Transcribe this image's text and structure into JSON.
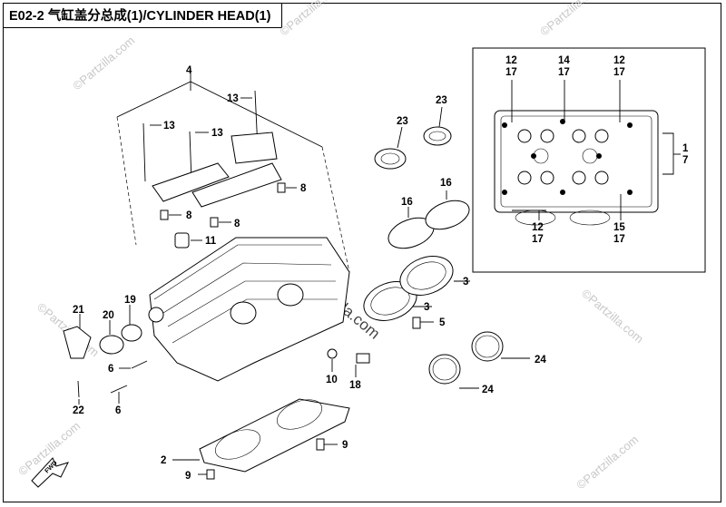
{
  "title": "E02-2 气缸盖分总成(1)/CYLINDER HEAD(1)",
  "watermark": "©Partzilla.com",
  "watermark_center": "Partzilla.com",
  "fwd_label": "FWD",
  "callouts": {
    "c4": "4",
    "c13a": "13",
    "c13b": "13",
    "c13c": "13",
    "c8a": "8",
    "c8b": "8",
    "c8c": "8",
    "c11": "11",
    "c23a": "23",
    "c23b": "23",
    "c16a": "16",
    "c16b": "16",
    "c3a": "3",
    "c3b": "3",
    "c5": "5",
    "c21": "21",
    "c20": "20",
    "c19": "19",
    "c6a": "6",
    "c6b": "6",
    "c22": "22",
    "c10": "10",
    "c18": "18",
    "c24a": "24",
    "c24b": "24",
    "c9a": "9",
    "c9b": "9",
    "c2": "2",
    "inset_12a": "12",
    "inset_17a": "17",
    "inset_14": "14",
    "inset_17b": "17",
    "inset_12b": "12",
    "inset_17c": "17",
    "inset_1": "1",
    "inset_7": "7",
    "inset_12c": "12",
    "inset_17d": "17",
    "inset_15": "15",
    "inset_17e": "17"
  }
}
